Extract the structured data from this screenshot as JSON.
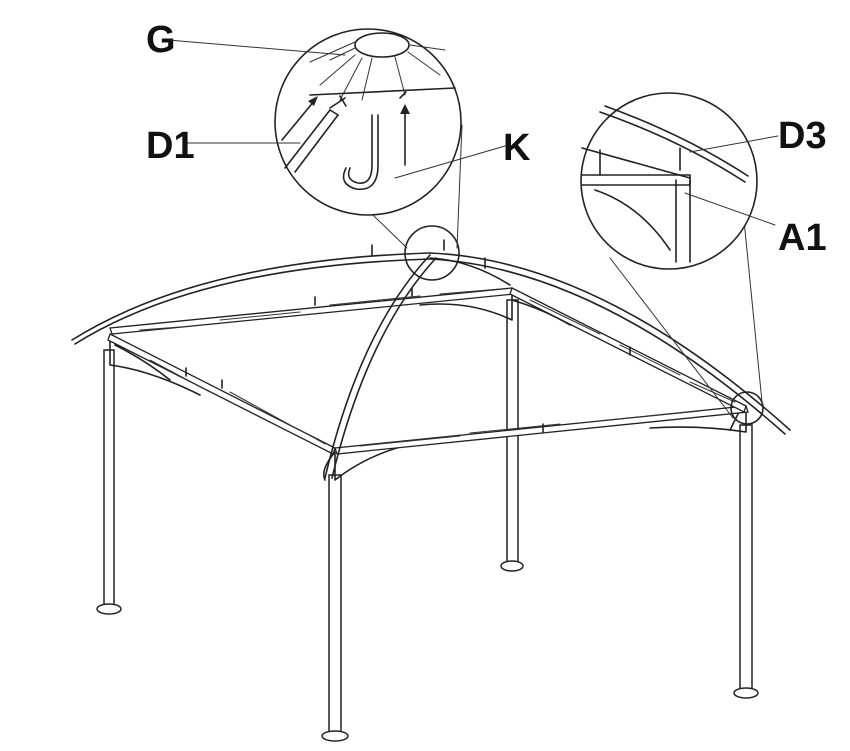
{
  "labels": {
    "g": "G",
    "d1": "D1",
    "k": "K",
    "d3": "D3",
    "a1": "A1"
  },
  "colors": {
    "line": "#222222",
    "background": "#ffffff"
  }
}
